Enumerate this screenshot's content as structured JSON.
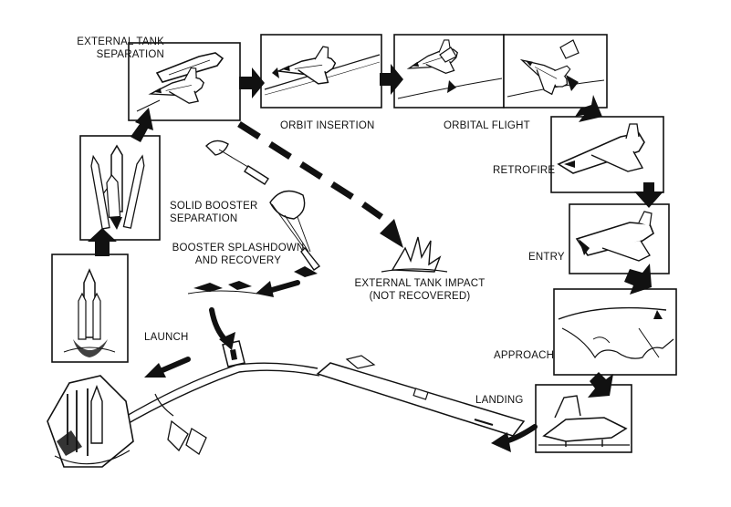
{
  "labels": {
    "external_tank_separation": [
      "EXTERNAL TANK",
      "SEPARATION"
    ],
    "orbit_insertion": "ORBIT INSERTION",
    "orbital_flight": "ORBITAL FLIGHT",
    "retrofire": "RETROFIRE",
    "entry": "ENTRY",
    "approach": "APPROACH",
    "landing": "LANDING",
    "launch": "LAUNCH",
    "solid_booster_separation": [
      "SOLID BOOSTER",
      "SEPARATION"
    ],
    "booster_splashdown": [
      "BOOSTER SPLASHDOWN",
      "AND RECOVERY"
    ],
    "external_tank_impact": [
      "EXTERNAL TANK IMPACT",
      "(NOT RECOVERED)"
    ]
  },
  "colors": {
    "ink": "#111111",
    "paper": "#ffffff"
  }
}
